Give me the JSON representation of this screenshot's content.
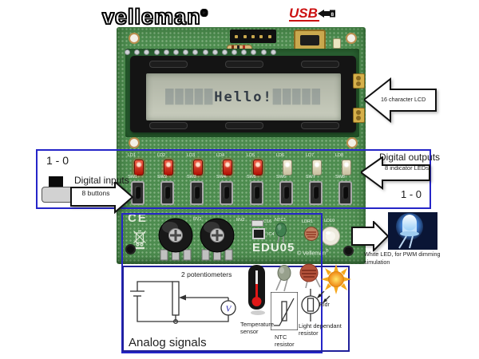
{
  "brand": {
    "name": "velleman",
    "reg": "®"
  },
  "usb": {
    "label": "USB"
  },
  "board": {
    "lcd": {
      "ghost_left": "█████",
      "text": "Hello!",
      "ghost_right": "█████"
    },
    "channels": [
      {
        "led": "LD1",
        "sw": "SW1",
        "lit": true
      },
      {
        "led": "LD2",
        "sw": "SW2",
        "lit": true
      },
      {
        "led": "LD3",
        "sw": "SW3",
        "lit": true
      },
      {
        "led": "LD4",
        "sw": "SW4",
        "lit": true
      },
      {
        "led": "LD5",
        "sw": "SW5",
        "lit": true
      },
      {
        "led": "LD6",
        "sw": "SW6",
        "lit": false
      },
      {
        "led": "LD7",
        "sw": "SW7",
        "lit": false
      },
      {
        "led": "LD8",
        "sw": "SW8",
        "lit": false
      }
    ],
    "silkscreen": {
      "ce": "CE",
      "model": "EDU05",
      "copyright": "© Velleman",
      "copyright_reg": "®",
      "rv1": "RV1",
      "rv2": "RV2",
      "c16": "C16",
      "ic4": "IC4",
      "ntc": "NTC1",
      "ldr": "LDR1",
      "white_led": "LD10"
    }
  },
  "annotations": {
    "lcd": {
      "label": "16 character LCD"
    },
    "digital_io": {
      "binary_top_left": "1 - 0",
      "binary_bottom_right": "1 - 0",
      "inputs_title": "Digital inputs",
      "inputs_arrow": "8 buttons",
      "outputs_title": "Digital outputs",
      "outputs_arrow": "8 indicator LEDs"
    },
    "white_led": {
      "caption_line1": "White LED, for PWM dimming",
      "caption_line2": "simulation"
    },
    "analog": {
      "title": "Analog signals",
      "pots": "2 potentiometers",
      "voltmeter": "V",
      "temp_sensor": [
        "Temperature",
        "sensor"
      ],
      "ntc": [
        "NTC",
        "resistor"
      ],
      "ldr": [
        "Light dependant",
        "resistor"
      ],
      "ldr_symbol": "Rldr"
    }
  },
  "colors": {
    "annotation_blue": "#2525c8",
    "board_green": "#4d8c4f",
    "led_red": "#d42312",
    "usb_red": "#cc1111",
    "lcd_screen": "#bcc1b2"
  }
}
